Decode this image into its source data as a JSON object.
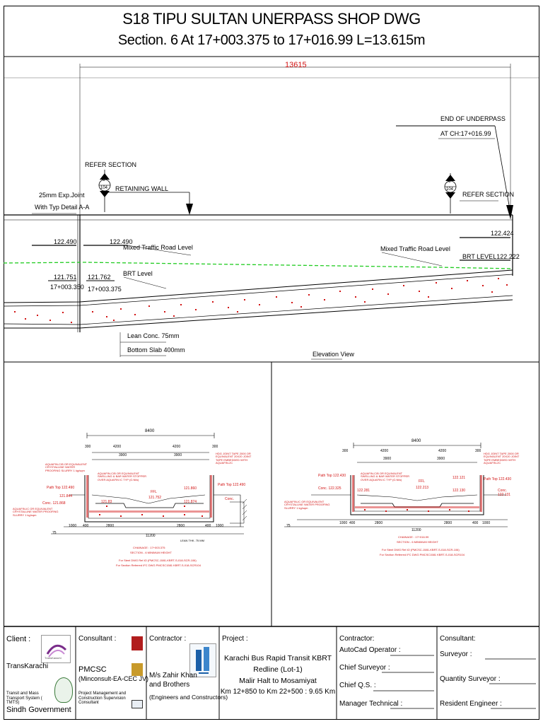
{
  "title": {
    "line1": "S18 TIPU SULTAN UNERPASS SHOP DWG",
    "line2": "Section. 6 At 17+003.375 to 17+016.99  L=13.615m"
  },
  "elevation": {
    "total_length": "13615",
    "end_of_underpass": "END OF UNDERPASS",
    "end_chainage": "AT CH:17+016.99",
    "refer_section_left": "REFER SECTION",
    "refer_section_right": "REFER SECTION",
    "section_marker_top": "6",
    "section_marker_bottom": "104",
    "retaining_wall": "RETAINING WALL",
    "exp_joint_line1": "25mm Exp.Joint",
    "exp_joint_line2": "With Typ Detail A-A",
    "level_left_1": "122.490",
    "level_left_2": "122.490",
    "level_right": "122.424",
    "mixed_traffic_left": "Mixed Traffic Road Level",
    "mixed_traffic_right": "Mixed Traffic Road Level",
    "brt_level_right": "BRT LEVEL122.222",
    "brt_level_label": "BRT Level",
    "level_a": "121.751",
    "chainage_a": "17+003.350",
    "level_b": "121.762",
    "chainage_b": "17+003.375",
    "lean_conc": "Lean Conc. 75mm",
    "bottom_slab": "Bottom Slab 400mm",
    "view_label": "Elevation View"
  },
  "section_left": {
    "overall": "8400",
    "dims_top": [
      "300",
      "4200",
      "4200",
      "300"
    ],
    "dims_mid": [
      "3900",
      "3900"
    ],
    "path_top": "Path Top 122.490",
    "conc_left": "Conc. 121.868",
    "level_121": "121.844",
    "level_crest": "121.83",
    "ffl_label": "FFL",
    "ffl_value": "121.752",
    "level_mid": "121.860",
    "level_right_low": "121.874",
    "path_top_right": "Path Top 122.490",
    "conc_right": "Conc.",
    "dims_bottom": [
      "1000",
      "400",
      "2800",
      "2800",
      "400",
      "1000"
    ],
    "overall_bottom": "11200",
    "end_75": "75",
    "chainage": "CHAINAGE : 17+003.375",
    "section_note": "SECTION - 6 MINIMUM HEIGHT",
    "ref1": "For Steel DWG Ref.IO (PMCSC-1581-KBRT-S-018-SCR-106)",
    "ref2": "For Section Referred IFC DWG PMCSC1581 KBRT-S-018-SCR104",
    "lean_note": "LEAN THK. 75 MM",
    "note_aquafin": "AQUAFIN-C/B OR EQUIVALENT CRYSTALLINE WATER PROOFING SLURRY 1 kg/sqm",
    "note_swelling": "AQUAFIN-C/B OR EQUIVALENT SWELLING & BAR WATER STOPPER OVER AQUAFIN IC TYP (G.Nfa)",
    "note_top_right": "HDG JOINT TAPE 2000 OR EQUIVALENT 20X20 JOINT TAPE EMBEDDED WITH AQUAFIN-2C",
    "note_left_low": "AQUAFIN-IC OR EQUIVALENT CRYSTALLINE WATER PROOFING SLURRY 1 kg/sqm"
  },
  "section_right": {
    "overall": "8400",
    "dims_top": [
      "300",
      "4200",
      "4200",
      "300"
    ],
    "dims_mid": [
      "3900",
      "3900"
    ],
    "path_top": "Path Top 122.430",
    "conc_left": "Conc. 122.325",
    "level_a": "122.281",
    "ffl_label": "FFL",
    "ffl_value": "122.213",
    "level_b": "122.121",
    "level_c": "122.130",
    "path_top_right": "Path Top 122.430",
    "conc_right": "Conc. 122.131",
    "dims_bottom": [
      "1000",
      "400",
      "2800",
      "2800",
      "400",
      "1000"
    ],
    "overall_bottom": "11200",
    "end_75": "75",
    "chainage": "CHAINAGE : 17+016.99",
    "section_note": "SECTION - 6 MINIMUM HEIGHT",
    "ref1": "For Steel DWG Ref.IO (PMCSC-1581-KBRT-S-018-SCR-106)",
    "ref2": "For Section Referred IFC DWG PMCSC1581 KBRT-S-018-SCR104",
    "note_aquafin": "AQUAFIN-C/B OR EQUIVALENT SWELLING & BAR WATER STOPPER OVER AQUAFIN IC TYP (G.Nfa)",
    "note_top_right": "HDG JOINT TAPE 2000 OR EQUIVALENT 20X20 JOINT TAPE EMBEDDED WITH AQUAFIN-2C",
    "note_left_low": "AQUAFIN-IC OR EQUIVALENT CRYSTALLINE WATER PROOFING SLURRY 1 kg/sqm"
  },
  "title_block": {
    "client_label": "Client :",
    "client_name": "TransKarachi",
    "client_logo_text": "TransKarachi",
    "client_org": "Transit and Mass Transport System ( TMTS)",
    "client_gov": "Sindh Government",
    "consultant_label": "Consultant :",
    "consultant_name": "PMCSC",
    "consultant_jv": "(Minconsult-EA-CEC JV)",
    "consultant_desc": "Project Management and Construction Supervision Consultant",
    "contractor_label": "Contractor :",
    "contractor_name_1": "M/s Zahir Khan",
    "contractor_name_2": "and Brothers",
    "contractor_desc": "(Engineers and Constructors)",
    "project_label": "Project :",
    "project_line1": "Karachi Bus Rapid Transit KBRT",
    "project_line2": "Redline (Lot-1)",
    "project_line3": "Malir Halt to Mosamiyat",
    "project_line4": "Km 12+850 to Km 22+500 : 9.65 Km",
    "contractor2_label": "Contractor:",
    "autocad_operator": "AutoCad Operator :",
    "chief_surveyor": "Chief Surveyor :",
    "chief_qs": "Chief Q.S. :",
    "manager_technical": "Manager Technical :",
    "consultant2_label": "Consultant:",
    "surveyor": "Surveyor :",
    "quantity_surveyor": "Quantity Surveyor :",
    "resident_engineer": "Resident Engineer :"
  },
  "colors": {
    "red": "#d21414",
    "green": "#22cc22",
    "blue": "#1a5fa8"
  }
}
